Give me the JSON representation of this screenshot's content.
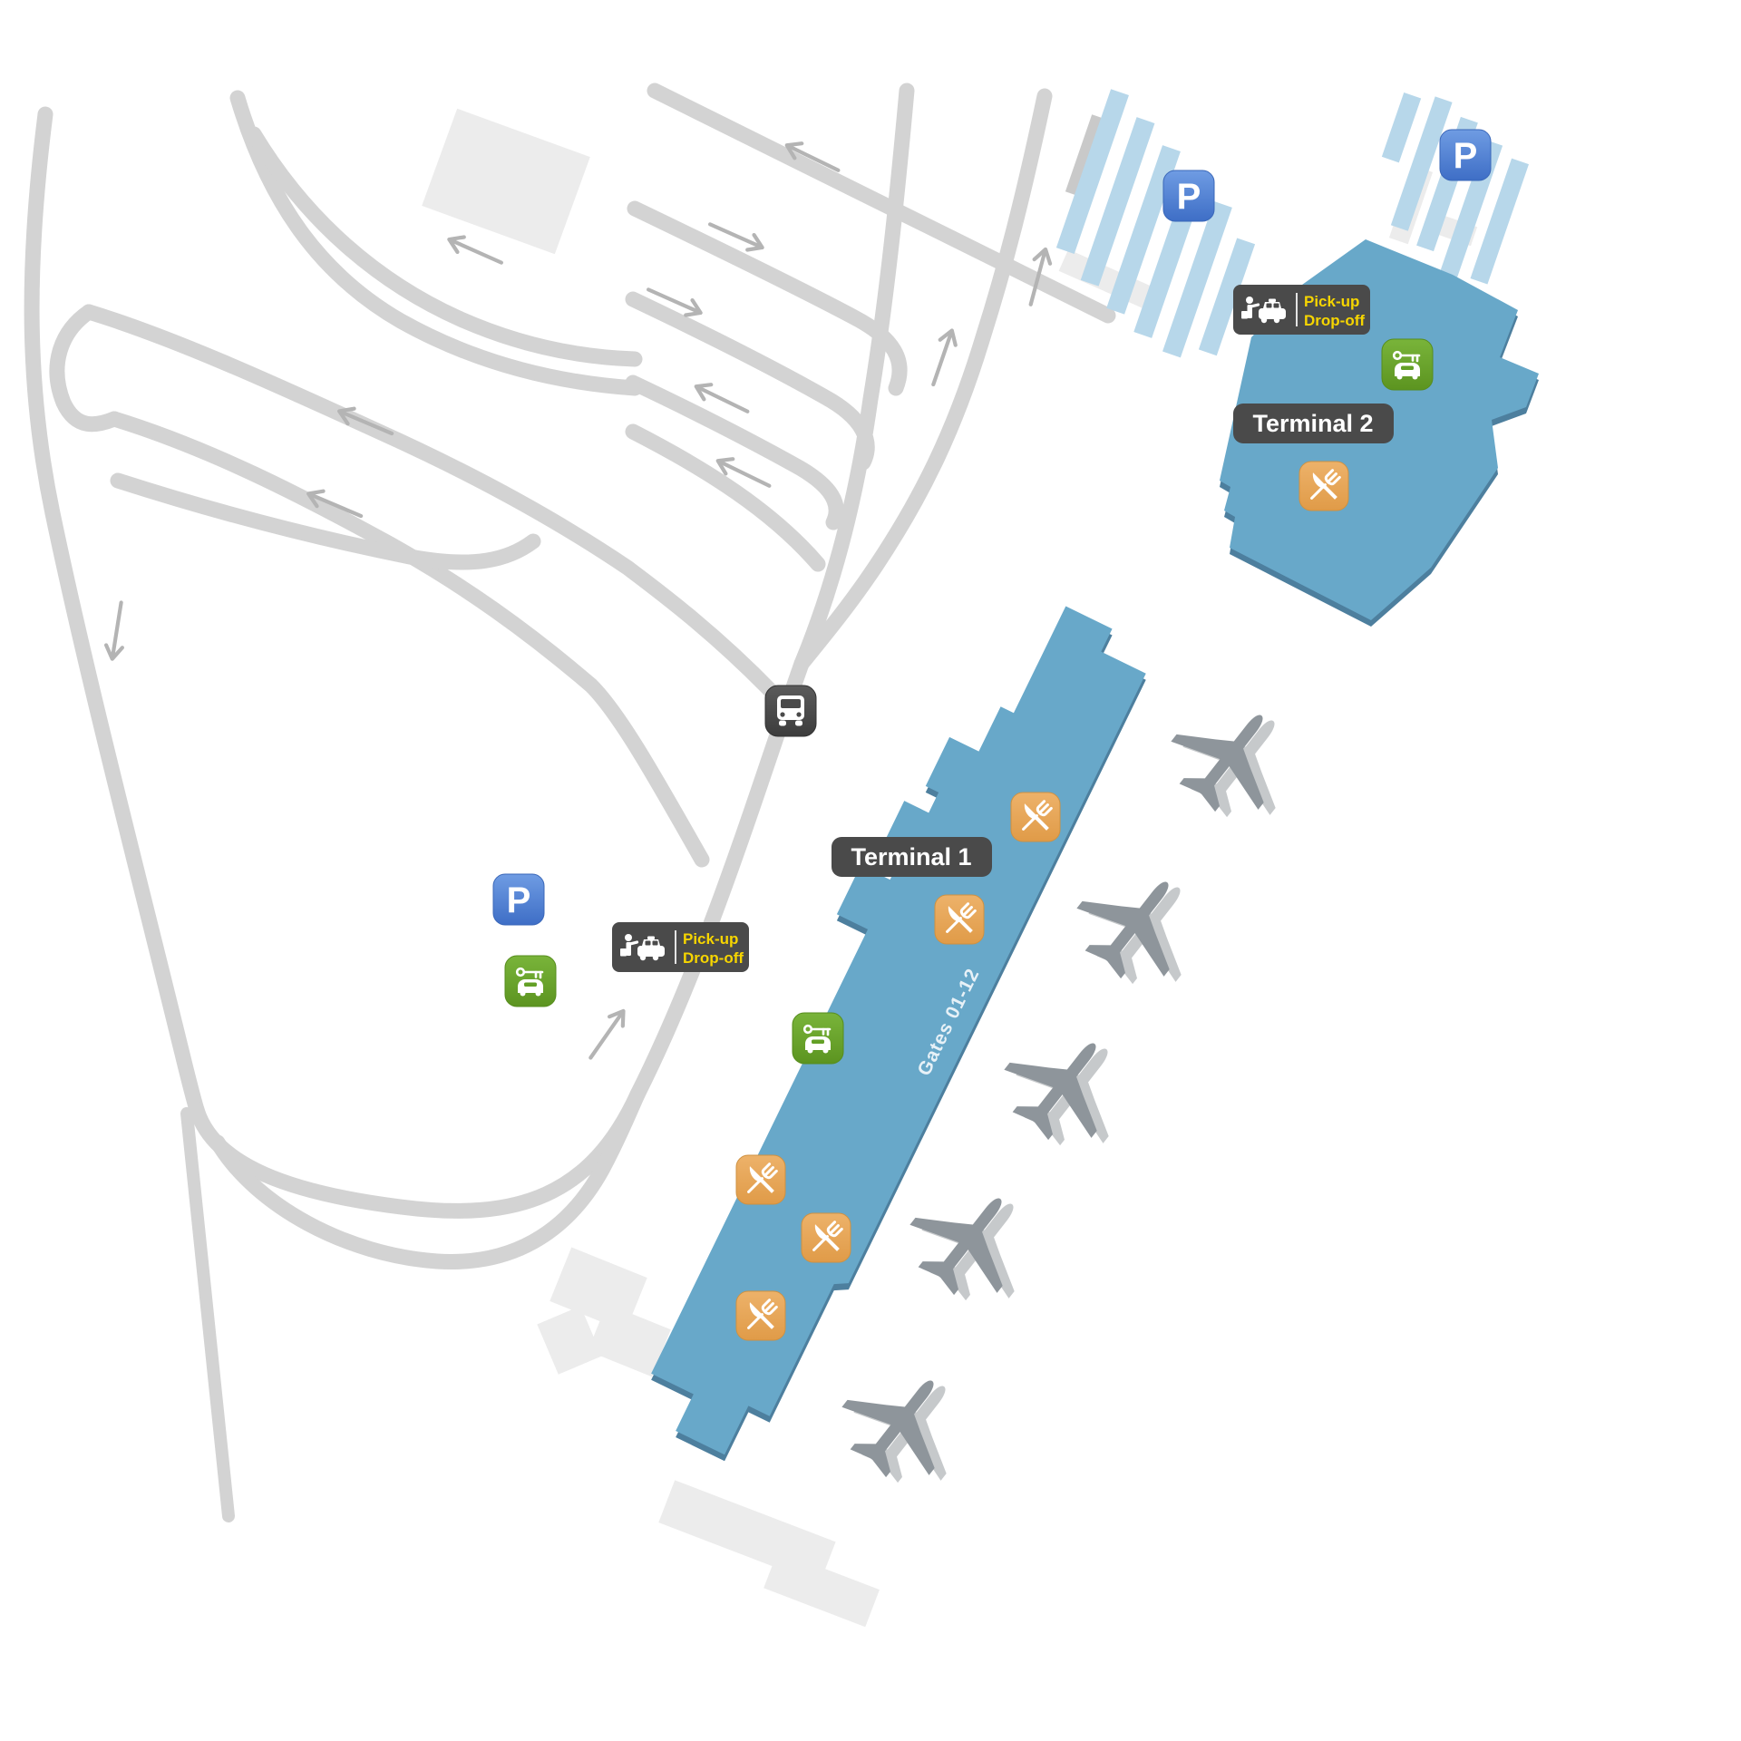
{
  "map": {
    "terminal1": {
      "label": "Terminal 1",
      "gates_label": "Gates 01-12"
    },
    "terminal2": {
      "label": "Terminal 2"
    },
    "pickup_badge": {
      "line1": "Pick-up",
      "line2": "Drop-off"
    },
    "parking": {
      "symbol": "P"
    },
    "icons": {
      "parking": "parking-icon",
      "bus": "bus-station-icon",
      "car_rental": "car-rental-icon",
      "restaurant": "restaurant-icon",
      "taxi_pickup_dropoff": "taxi-pickup-dropoff-icon",
      "airplane": "airplane-icon"
    },
    "colors": {
      "terminal_fill": "#68a8c9",
      "terminal_shadow": "#4d7f9e",
      "parking_stripe": "#b7d7ea",
      "road": "#d3d3d3",
      "building_light": "#ececec",
      "label_bg": "#4a4a4a",
      "badge_text_yellow": "#f6d500",
      "parking_blue": "#4c80d4",
      "rental_green": "#6aa72b",
      "restaurant_orange": "#e9aa5c",
      "plane_gray": "#8e959b",
      "arrow_gray": "#b4b4b4"
    }
  }
}
